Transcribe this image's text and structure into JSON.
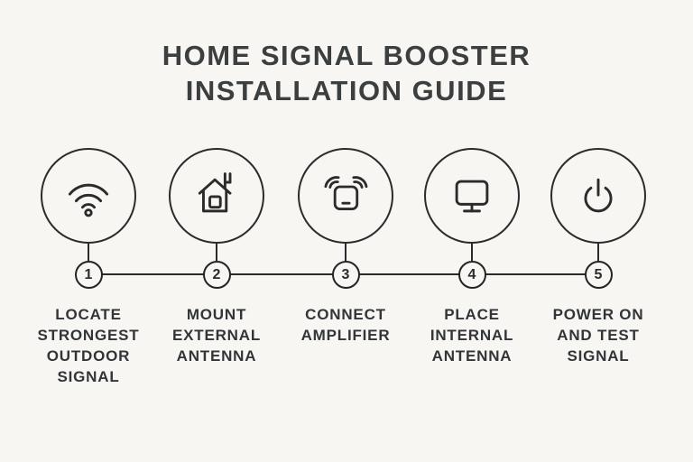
{
  "page": {
    "background_color": "#f8f6f3",
    "line_color": "#2b2b2b",
    "title_color": "#3c3f3f",
    "label_color": "#323538"
  },
  "title": {
    "line1": "HOME SIGNAL BOOSTER",
    "line2": "INSTALLATION GUIDE"
  },
  "steps": [
    {
      "number": "1",
      "icon": "wifi-signal-icon",
      "label_lines": [
        "LOCATE",
        "STRONGEST",
        "OUTDOOR",
        "SIGNAL"
      ]
    },
    {
      "number": "2",
      "icon": "house-antenna-icon",
      "label_lines": [
        "MOUNT",
        "EXTERNAL",
        "ANTENNA"
      ]
    },
    {
      "number": "3",
      "icon": "amplifier-icon",
      "label_lines": [
        "CONNECT",
        "AMPLIFIER"
      ]
    },
    {
      "number": "4",
      "icon": "monitor-icon",
      "label_lines": [
        "PLACE",
        "INTERNAL",
        "ANTENNA"
      ]
    },
    {
      "number": "5",
      "icon": "power-button-icon",
      "label_lines": [
        "POWER ON",
        "AND TEST",
        "SIGNAL"
      ]
    }
  ]
}
